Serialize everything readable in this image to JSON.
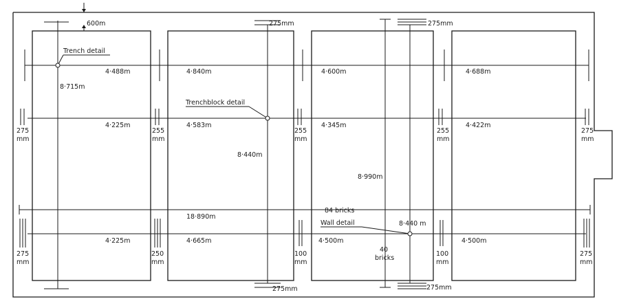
{
  "dimensions": {
    "top_600": "600m",
    "span_row1": [
      "4·488m",
      "4·840m",
      "4·600m",
      "4·688m"
    ],
    "span_row2": [
      "4·225m",
      "4·583m",
      "4·345m",
      "4·422m"
    ],
    "span_row3": [
      "4·225m",
      "4·665m",
      "4·500m",
      "4·500m"
    ],
    "vert_8715": "8·715m",
    "vert_8440a": "8·440m",
    "vert_8990": "8·990m",
    "vert_8440b": "8·440 m",
    "overall": "18·890m"
  },
  "wall_labels": {
    "row2": [
      {
        "num": "275",
        "unit": "mm"
      },
      {
        "num": "255",
        "unit": "mm"
      },
      {
        "num": "255",
        "unit": "mm"
      },
      {
        "num": "255",
        "unit": "mm"
      },
      {
        "num": "275",
        "unit": "mm"
      }
    ],
    "row3": [
      {
        "num": "275",
        "unit": "mm"
      },
      {
        "num": "250",
        "unit": "mm"
      },
      {
        "num": "100",
        "unit": "mm"
      },
      {
        "num": "100",
        "unit": "mm"
      },
      {
        "num": "275",
        "unit": "mm"
      }
    ],
    "top_275a": "275mm",
    "top_275b": "275mm",
    "bottom_275a": "275mm",
    "bottom_275b": "275mm"
  },
  "bricks": {
    "row_label": "84 bricks",
    "col_num": "40",
    "col_unit": "bricks"
  },
  "details": {
    "trench": "Trench detail",
    "trenchblock": "Trenchblock detail",
    "wall": "Wall detail"
  }
}
